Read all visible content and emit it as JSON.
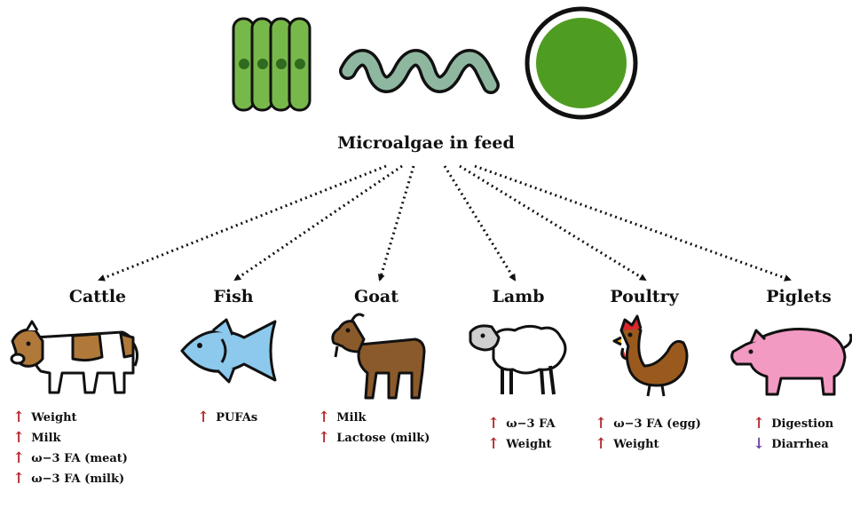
{
  "title": "Microalgae in feed",
  "colors": {
    "algae_green": "#77b84a",
    "algae_dark": "#2f6a1f",
    "spiral": "#8fb7a0",
    "circle_green": "#4f9c22",
    "up_arrow": "#b3262b",
    "down_arrow": "#6b3fa8",
    "fish": "#8cc9ec",
    "goat": "#8b5a2b",
    "cattle_patch": "#b0793a",
    "pig": "#f29ac2",
    "rooster": "#9a5a1e"
  },
  "algae_icons": [
    "filamentous-algae-icon",
    "spirulina-icon",
    "chlorella-icon"
  ],
  "animals": [
    {
      "id": "cattle",
      "label": "Cattle",
      "icon": "cow-icon",
      "effects": [
        {
          "dir": "up",
          "text": "Weight"
        },
        {
          "dir": "up",
          "text": "Milk"
        },
        {
          "dir": "up",
          "text": "ω−3 FA (meat)"
        },
        {
          "dir": "up",
          "text": "ω−3 FA (milk)"
        }
      ]
    },
    {
      "id": "fish",
      "label": "Fish",
      "icon": "fish-icon",
      "effects": [
        {
          "dir": "up",
          "text": "PUFAs"
        }
      ]
    },
    {
      "id": "goat",
      "label": "Goat",
      "icon": "goat-icon",
      "effects": [
        {
          "dir": "up",
          "text": "Milk"
        },
        {
          "dir": "up",
          "text": "Lactose (milk)"
        }
      ]
    },
    {
      "id": "lamb",
      "label": "Lamb",
      "icon": "sheep-icon",
      "effects": [
        {
          "dir": "up",
          "text": "ω−3 FA"
        },
        {
          "dir": "up",
          "text": "Weight"
        }
      ]
    },
    {
      "id": "poultry",
      "label": "Poultry",
      "icon": "rooster-icon",
      "effects": [
        {
          "dir": "up",
          "text": "ω−3 FA (egg)"
        },
        {
          "dir": "up",
          "text": "Weight"
        }
      ]
    },
    {
      "id": "piglets",
      "label": "Piglets",
      "icon": "pig-icon",
      "effects": [
        {
          "dir": "up",
          "text": "Digestion"
        },
        {
          "dir": "down",
          "text": "Diarrhea"
        }
      ]
    }
  ]
}
